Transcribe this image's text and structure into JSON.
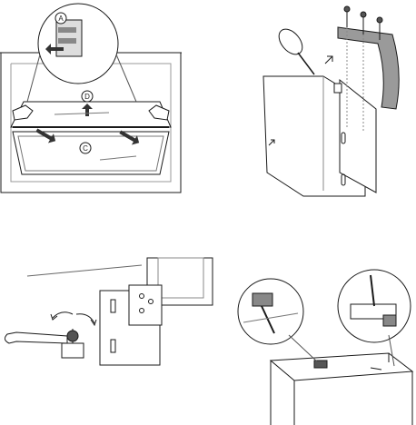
{
  "panels": {
    "shelf_removal": {
      "callouts": [
        "A",
        "D",
        "C"
      ]
    }
  },
  "colors": {
    "line": "#1a1a1a",
    "gray_part": "#9a9a9a",
    "dark_part": "#555555",
    "arrow": "#333333"
  }
}
